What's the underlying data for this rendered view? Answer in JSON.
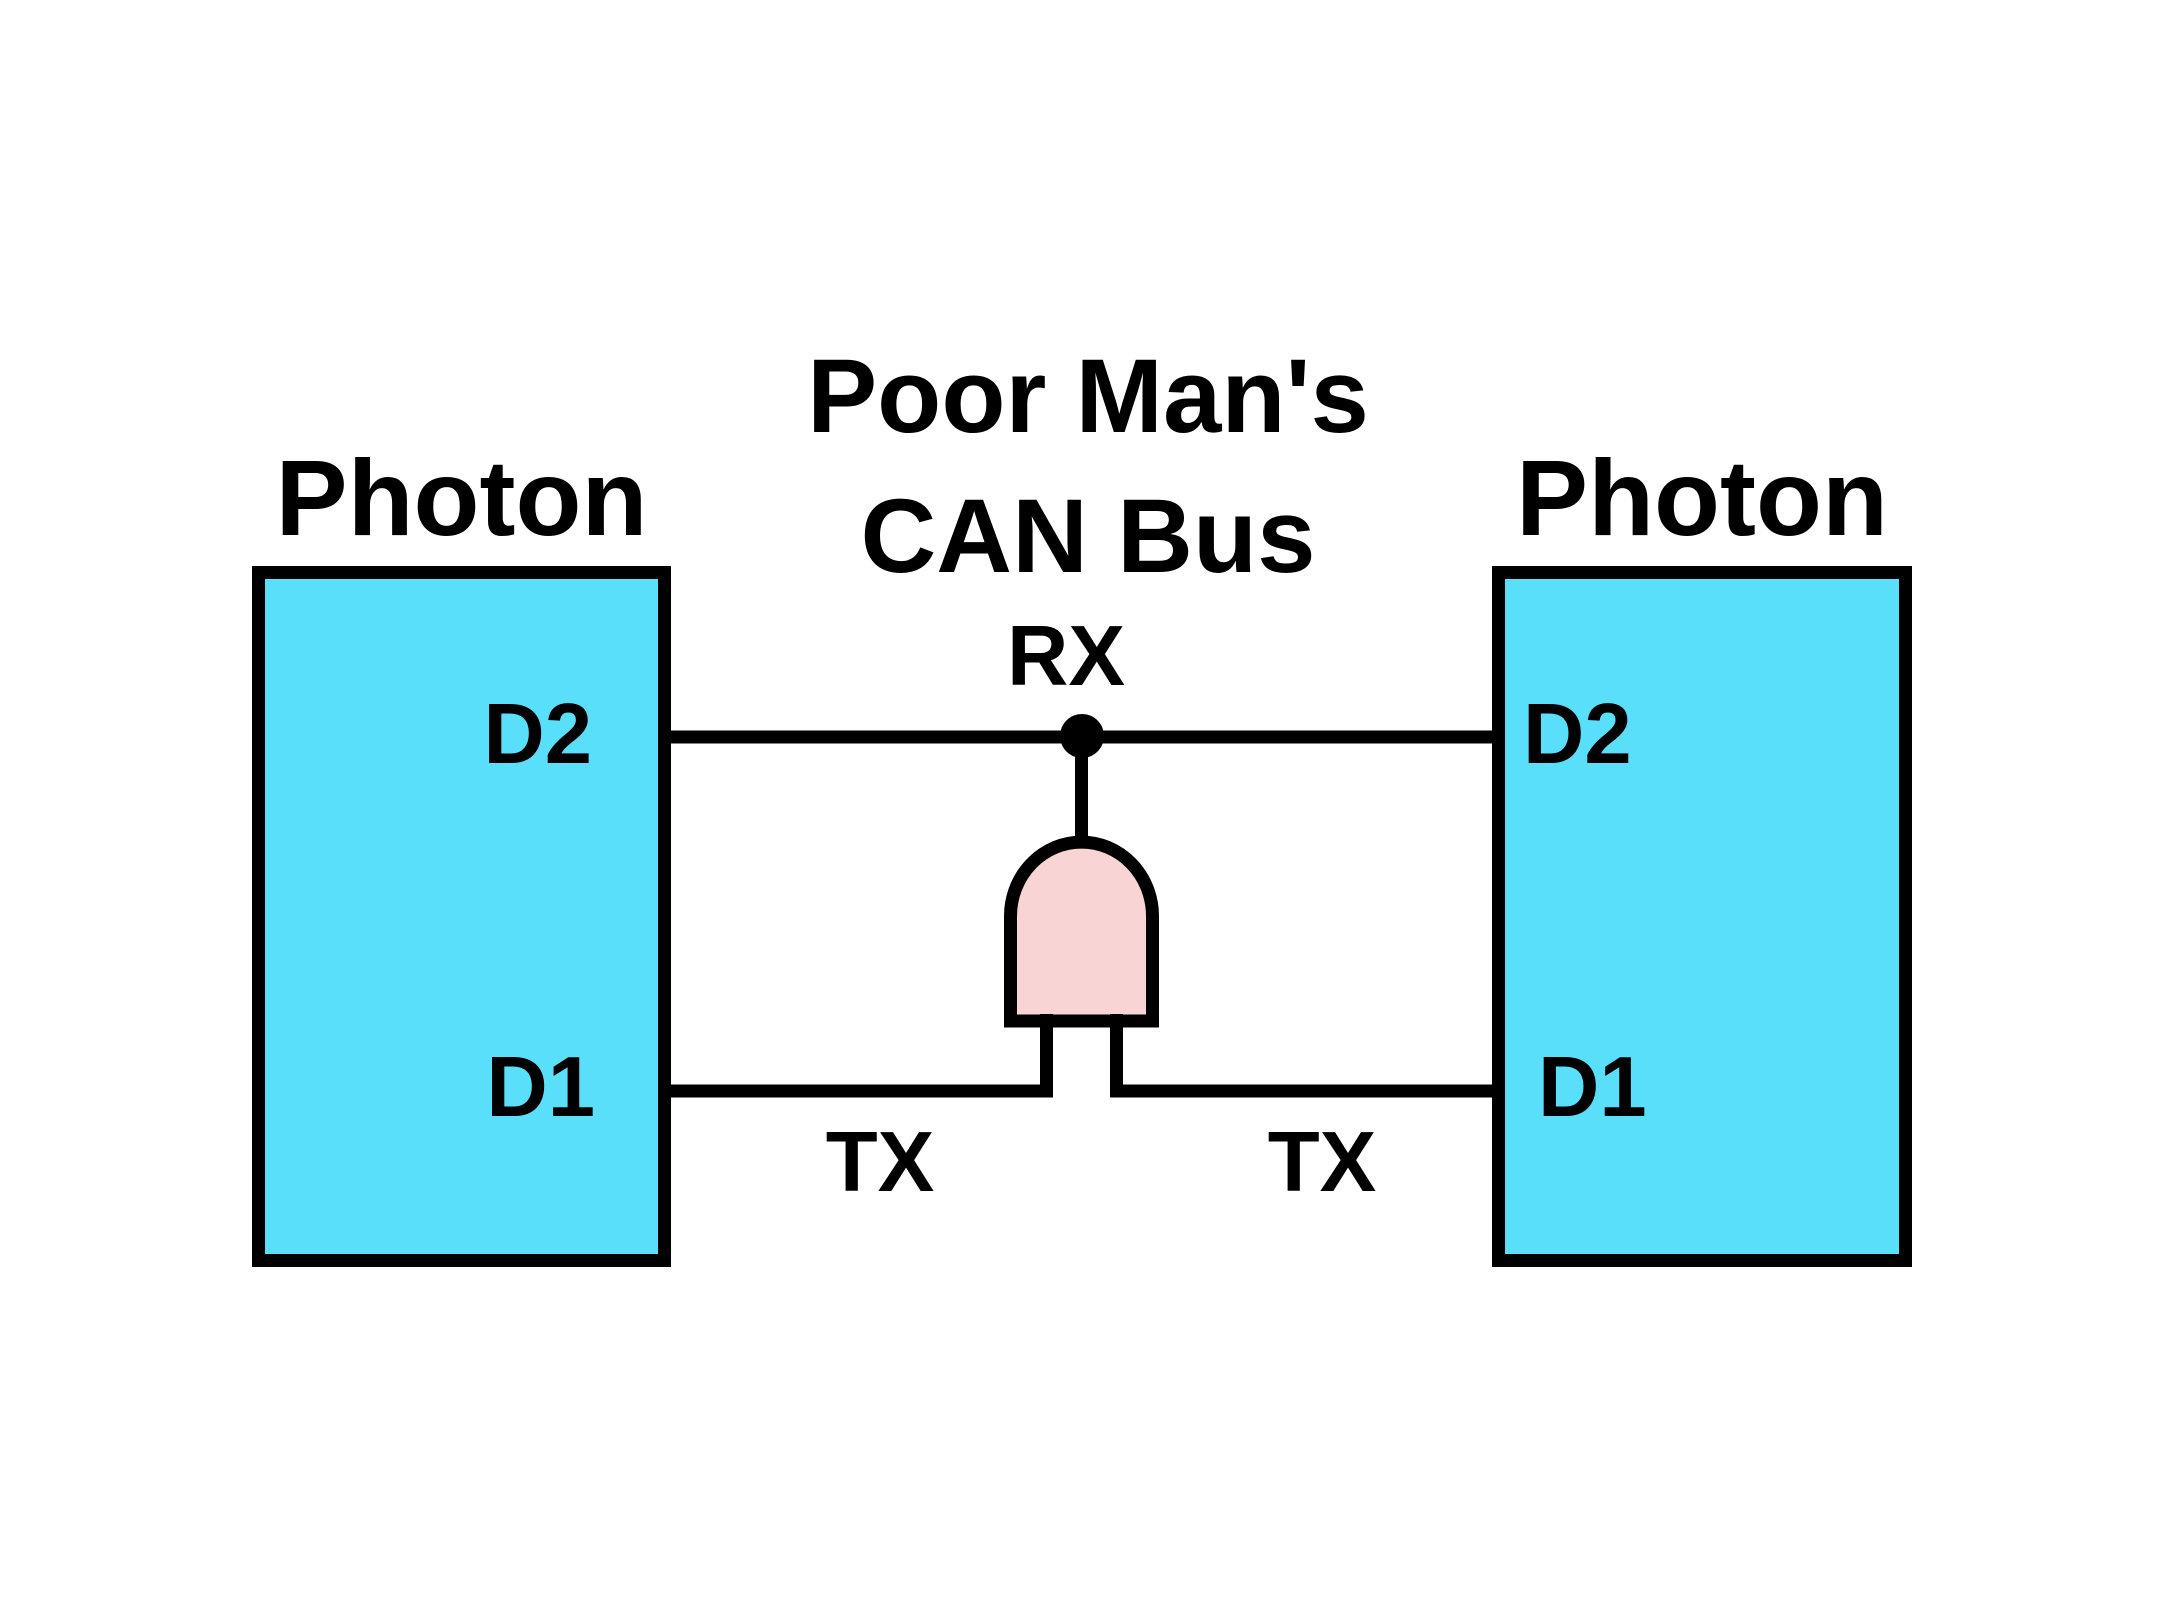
{
  "diagram": {
    "title": {
      "line1": "Poor Man's",
      "line2": "CAN Bus"
    },
    "left_device": {
      "label": "Photon",
      "pin_d2": "D2",
      "pin_d1": "D1"
    },
    "right_device": {
      "label": "Photon",
      "pin_d2": "D2",
      "pin_d1": "D1"
    },
    "net": {
      "rx_label": "RX",
      "tx_left_label": "TX",
      "tx_right_label": "TX"
    },
    "gate": {
      "type": "and-gate"
    },
    "colors": {
      "background": "#FFFFFF",
      "device_fill": "#5ADFFA",
      "gate_fill": "#F8D4D4",
      "line": "#000000",
      "text": "#000000"
    }
  }
}
